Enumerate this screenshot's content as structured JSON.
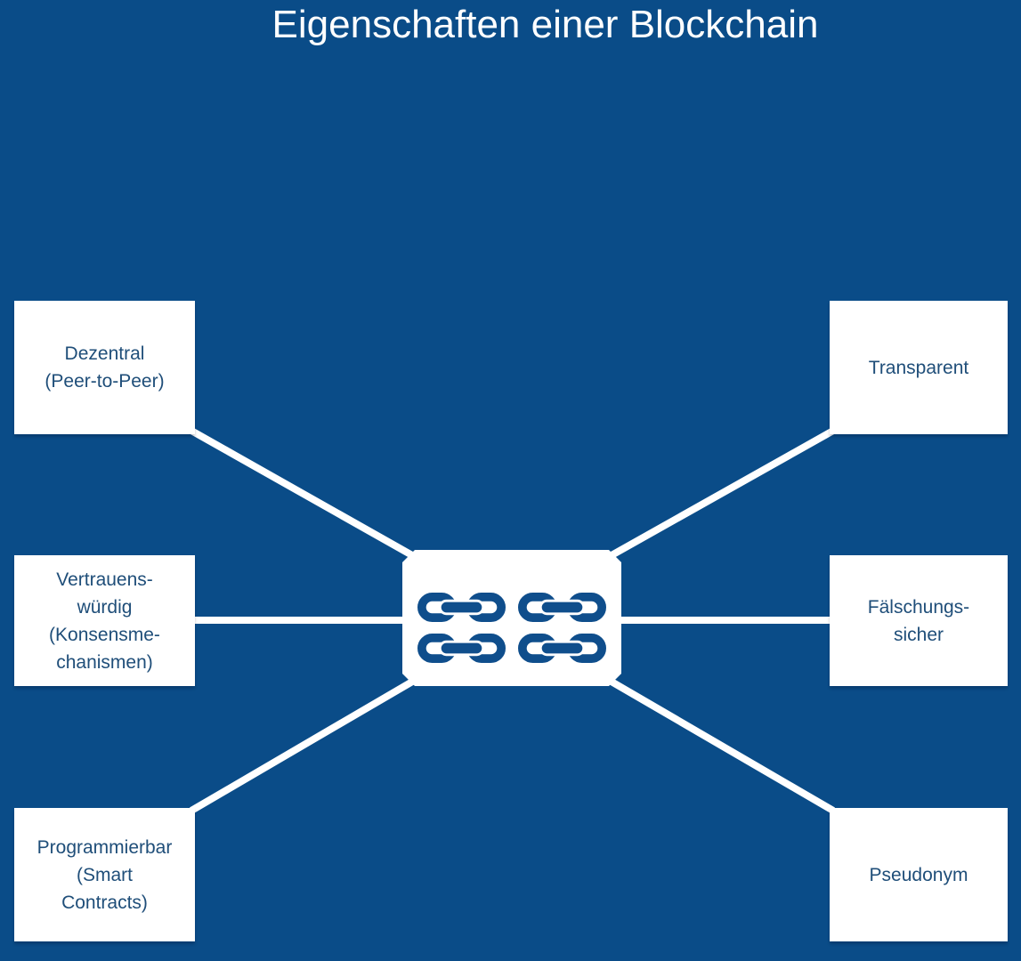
{
  "title": "Eigenschaften einer Blockchain",
  "colors": {
    "background": "#0A4C88",
    "box_background": "#FFFFFF",
    "box_text": "#1F4E79",
    "connector_line": "#FFFFFF",
    "chain_icon": "#0F4E8C"
  },
  "center_node": {
    "icon": "chain-link",
    "icon_count": 4
  },
  "properties": [
    {
      "position": "top-left",
      "lines": [
        "Dezentral",
        "(Peer-to-Peer)"
      ]
    },
    {
      "position": "middle-left",
      "lines": [
        "Vertrauens-",
        "würdig",
        "(Konsensme-",
        "chanismen)"
      ]
    },
    {
      "position": "bottom-left",
      "lines": [
        "Programmierbar",
        "(Smart",
        "Contracts)"
      ]
    },
    {
      "position": "top-right",
      "lines": [
        "Transparent"
      ]
    },
    {
      "position": "middle-right",
      "lines": [
        "Fälschungs-",
        "sicher"
      ]
    },
    {
      "position": "bottom-right",
      "lines": [
        "Pseudonym"
      ]
    }
  ]
}
